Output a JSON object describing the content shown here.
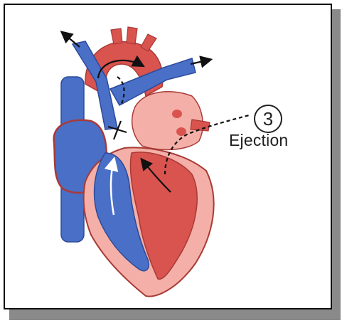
{
  "step": {
    "number": "3",
    "label": "Ejection"
  },
  "colors": {
    "oxygenated_red": "#d9534f",
    "deoxygenated_blue": "#4a6fc7",
    "light_red": "#f4b0a8",
    "flow_arrow": "#111111",
    "inflow_arrow": "#ffffff"
  },
  "icons": [
    "heart-illustration",
    "flow-arrow",
    "dashed-flow-arrow",
    "white-flow-arrow"
  ]
}
